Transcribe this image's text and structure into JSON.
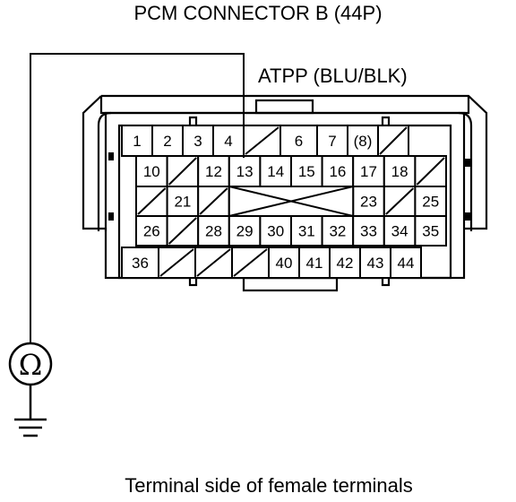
{
  "title": "PCM CONNECTOR B (44P)",
  "probe_label": "ATPP (BLU/BLK)",
  "caption": "Terminal side of female terminals",
  "meter_symbol": "Ω",
  "meter_icon": "ohmmeter-icon",
  "ground_icon": "ground-icon",
  "probe_terminal": "13",
  "connector": {
    "rows": [
      [
        "1",
        "2",
        "3",
        "4",
        "/",
        "6",
        "7",
        "(8)",
        "/"
      ],
      [
        "10",
        "/",
        "12",
        "13",
        "14",
        "15",
        "16",
        "17",
        "18",
        "/"
      ],
      [
        "/",
        "21",
        "/",
        "X",
        "X",
        "X",
        "X",
        "23",
        "/",
        "25"
      ],
      [
        "26",
        "/",
        "28",
        "29",
        "30",
        "31",
        "32",
        "33",
        "34",
        "35"
      ],
      [
        "36",
        "/",
        "/",
        "/",
        "40",
        "41",
        "42",
        "43",
        "44"
      ]
    ]
  }
}
